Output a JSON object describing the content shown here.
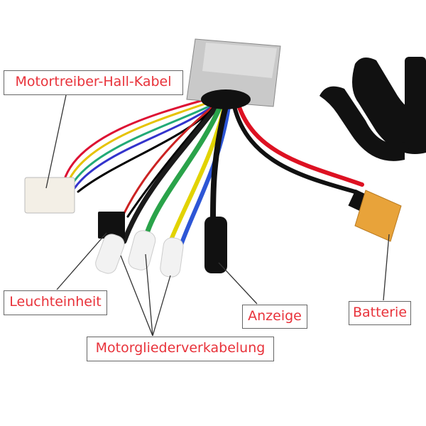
{
  "labels": {
    "hall_cable": "Motortreiber-Hall-Kabel",
    "light_unit": "Leuchteinheit",
    "motor_phase_wiring": "Motorgliederverkabelung",
    "display": "Anzeige",
    "battery": "Batterie"
  },
  "colors": {
    "label_text": "#e8323a",
    "label_border": "#666666",
    "connector_battery": "#e8a33a"
  }
}
